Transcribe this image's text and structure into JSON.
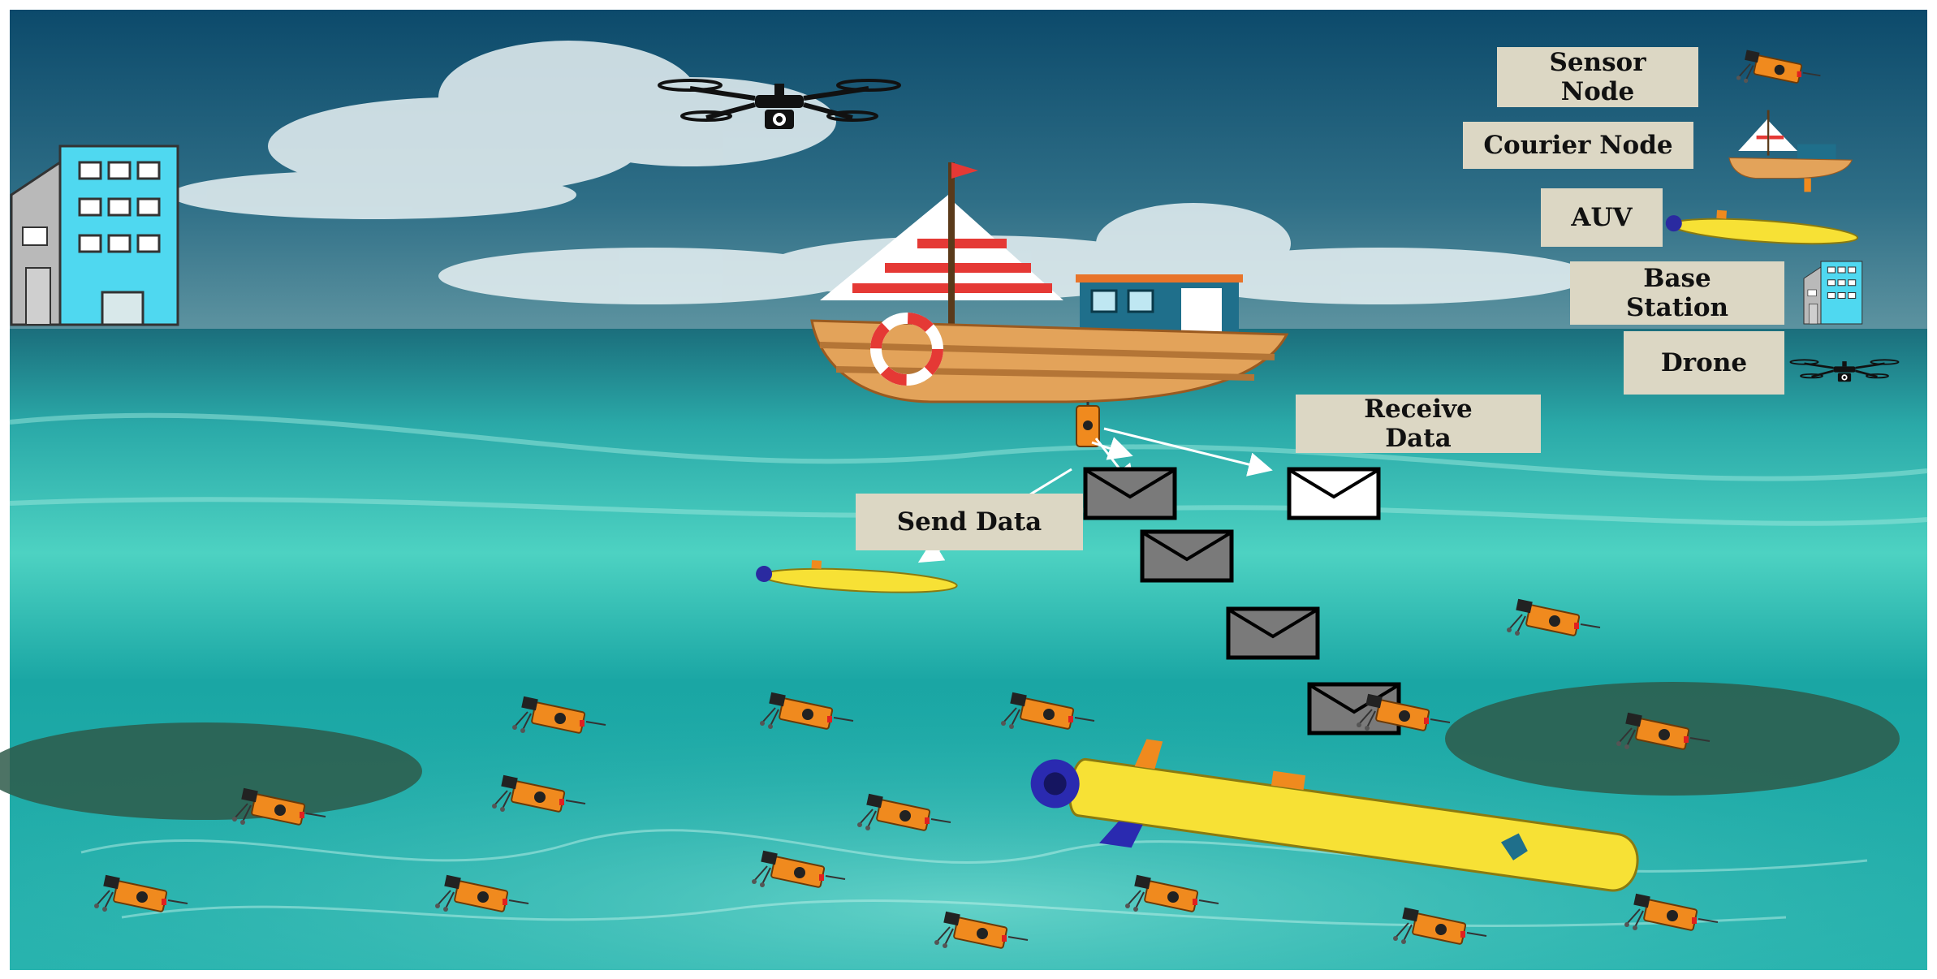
{
  "legend": {
    "sensor_node": "Sensor\nNode",
    "courier_node": "Courier Node",
    "auv": "AUV",
    "base_station": "Base\nStation",
    "drone": "Drone"
  },
  "annotations": {
    "receive_data": "Receive\nData",
    "send_data": "Send Data"
  },
  "colors": {
    "sky_top": "#0e4e70",
    "sea_surface": "#3fbcb3",
    "sea_deep": "#1a9f9f",
    "label_bg": "#dcd7c4",
    "sensor_orange": "#f08a1e",
    "auv_yellow": "#f7e135",
    "building_cyan": "#4fd8f0",
    "message_dark": "#7a7a7a",
    "message_light": "#ffffff"
  },
  "icons": [
    "drone-icon",
    "building-icon",
    "boat-icon",
    "auv-icon",
    "sensor-node-icon",
    "envelope-icon"
  ]
}
